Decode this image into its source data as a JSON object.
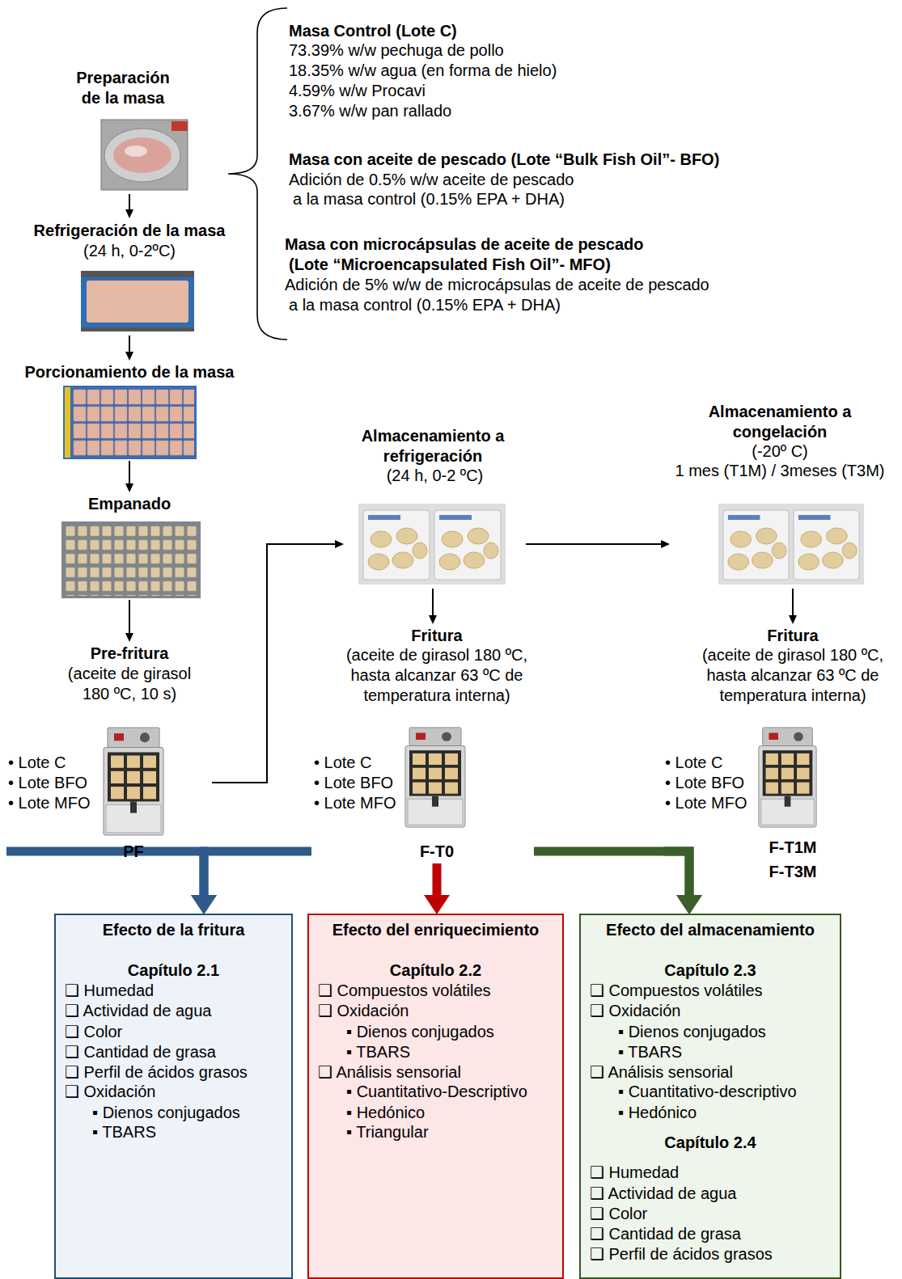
{
  "diagram": {
    "nodes": [
      {
        "text": [
          "Preparación de la masa"
        ]
      },
      {
        "text": [
          "Refrigeración de la masa",
          "(24 h, 0-2ºC)"
        ]
      },
      {
        "text": [
          "Porcionamiento de la masa"
        ]
      },
      {
        "text": [
          "Empanado"
        ]
      },
      {
        "text": [
          "Pre-fritura",
          "(aceite de girasol 180 ºC, 10 s)",
          "• Lote C",
          "• Lote BFO",
          "• Lote MFO",
          "PF"
        ]
      },
      {
        "text": [
          "Almacenamiento a refrigeración",
          "(24 h, 0-2 ºC)"
        ]
      },
      {
        "text": [
          "Fritura",
          "(aceite de girasol 180 ºC, hasta alcanzar 63 ºC de temperatura interna)",
          "• Lote C",
          "• Lote BFO",
          "• Lote MFO",
          "F-T0"
        ]
      },
      {
        "text": [
          "Almacenamiento a congelación",
          "(-20º C)",
          "1 mes (T1M) / 3meses (T3M)"
        ]
      },
      {
        "text": [
          "Fritura",
          "(aceite de girasol 180 ºC, hasta alcanzar 63 ºC de temperatura interna)",
          "• Lote C",
          "• Lote BFO",
          "• Lote MFO",
          "F-T1M",
          "F-T3M"
        ]
      },
      {
        "text": [
          "Efecto de la fritura",
          "Capítulo 2.1",
          "❑ Humedad",
          "❑ Actividad de agua",
          "❑ Color",
          "❑ Cantidad de grasa",
          "❑ Perfil de ácidos grasos",
          "❑ Oxidación",
          "▪ Dienos conjugados",
          "▪ TBARS"
        ]
      },
      {
        "text": [
          "Efecto del enriquecimiento",
          "Capítulo 2.2",
          "❑ Compuestos volátiles",
          "❑ Oxidación",
          "▪ Dienos conjugados",
          "▪ TBARS",
          "❑ Análisis sensorial",
          "▪ Cuantitativo-Descriptivo",
          "▪ Hedónico",
          "▪ Triangular"
        ]
      },
      {
        "text": [
          "Efecto del almacenamiento",
          "Capítulo 2.3",
          "❑ Compuestos volátiles",
          "❑ Oxidación",
          "▪ Dienos conjugados",
          "▪ TBARS",
          "❑ Análisis sensorial",
          "▪ Cuantitativo-descriptivo",
          "▪ Hedónico",
          "Capítulo 2.4",
          "❑ Humedad",
          "❑ Actividad de agua",
          "❑ Color",
          "❑ Cantidad de grasa",
          "❑ Perfil de ácidos grasos"
        ]
      }
    ],
    "edges": [
      {
        "from": 0,
        "to": 1,
        "arrow": "to"
      },
      {
        "from": 1,
        "to": 2,
        "arrow": "to"
      },
      {
        "from": 2,
        "to": 3,
        "arrow": "to"
      },
      {
        "from": 3,
        "to": 4,
        "arrow": "to"
      },
      {
        "from": 4,
        "to": 5,
        "arrow": "to"
      },
      {
        "from": 5,
        "to": 7,
        "arrow": "to"
      },
      {
        "from": 5,
        "to": 6,
        "arrow": "to"
      },
      {
        "from": 7,
        "to": 8,
        "arrow": "to"
      },
      {
        "from": 4,
        "to": 9,
        "arrow": "to"
      },
      {
        "from": 6,
        "to": 9,
        "arrow": "to"
      },
      {
        "from": 6,
        "to": 10,
        "arrow": "to"
      },
      {
        "from": 6,
        "to": 11,
        "arrow": "to"
      },
      {
        "from": 8,
        "to": 11,
        "arrow": "to"
      }
    ],
    "labels": [
      "Masa Control (Lote C)",
      "73.39% w/w pechuga de pollo",
      "18.35% w/w agua (en forma de hielo)",
      "4.59% w/w Procavi",
      "3.67% w/w pan rallado",
      "Masa con aceite de pescado (Lote “Bulk Fish Oil”- BFO)",
      "Adición de 0.5% w/w aceite de pescado",
      "a la masa control (0.15% EPA + DHA)",
      "Masa con microcápsulas de aceite de pescado",
      "(Lote “Microencapsulated Fish Oil”- MFO)",
      "Adición de 5% w/w de microcápsulas de aceite de pescado",
      "a la masa control (0.15% EPA + DHA)"
    ]
  }
}
